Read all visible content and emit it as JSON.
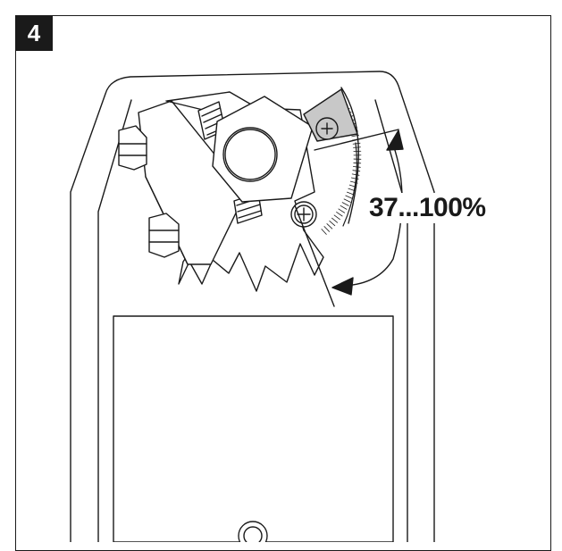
{
  "step": {
    "number": "4"
  },
  "adjustment": {
    "range_label": "37...100%"
  },
  "icons": [
    "actuator-housing",
    "shaft-clamp",
    "angle-scale",
    "screw",
    "curved-double-arrow"
  ]
}
